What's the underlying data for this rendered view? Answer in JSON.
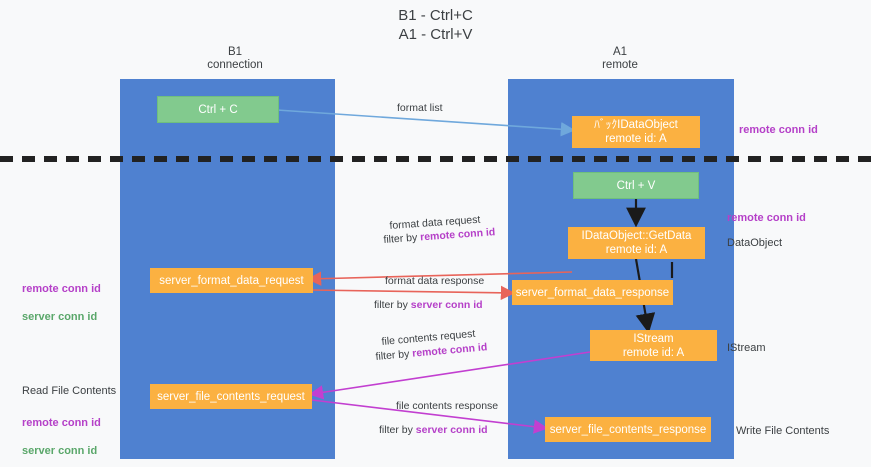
{
  "title": "B1 - Ctrl+C\nA1 - Ctrl+V",
  "columns": {
    "left": {
      "header": "B1\nconnection"
    },
    "right": {
      "header": "A1\nremote"
    }
  },
  "nodes": {
    "ctrl_c": {
      "label": "Ctrl + C"
    },
    "idataobject_top": {
      "label": "ﾊﾞｯｸIDataObject\nremote id: A"
    },
    "ctrl_v": {
      "label": "Ctrl + V"
    },
    "idataobject_getdata": {
      "label": "IDataObject::GetData\nremote id: A"
    },
    "server_format_data_request": {
      "label": "server_format_data_request"
    },
    "server_format_data_response": {
      "label": "server_format_data_response"
    },
    "istream": {
      "label": "IStream\nremote id: A"
    },
    "server_file_contents_request": {
      "label": "server_file_contents_request"
    },
    "server_file_contents_response": {
      "label": "server_file_contents_response"
    }
  },
  "edges": {
    "format_list": {
      "line1": "format list"
    },
    "format_data_request": {
      "line1": "format data request",
      "filter_prefix": "filter by ",
      "filter_key": "remote conn id"
    },
    "format_data_response": {
      "line1": "format data response",
      "filter_prefix": "filter by ",
      "filter_key": "server conn id"
    },
    "file_contents_request": {
      "line1": "file contents request",
      "filter_prefix": "filter by ",
      "filter_key": "remote conn id"
    },
    "file_contents_response": {
      "line1": "file contents response",
      "filter_prefix": "filter by ",
      "filter_key": "server conn id"
    }
  },
  "side_labels": {
    "right_top": {
      "text": "remote conn id"
    },
    "right_mid": {
      "text": "remote conn id"
    },
    "dataobject": {
      "text": "DataObject"
    },
    "istream": {
      "text": "IStream"
    },
    "write_file": {
      "text": "Write File Contents"
    },
    "left_mid": {
      "remote": "remote conn id",
      "server": "server conn id"
    },
    "read_file": {
      "text": "Read File Contents"
    },
    "left_bottom": {
      "remote": "remote conn id",
      "server": "server conn id"
    }
  },
  "colors": {
    "lane": "#4f81d0",
    "green_node": "#82ca8e",
    "orange_node": "#fbb141",
    "purple": "#b540c8",
    "green_text": "#5aa76a",
    "arrow_blue": "#6fa8dc",
    "arrow_red": "#e8645a",
    "arrow_magenta": "#c23fd0",
    "arrow_dark": "#1a1a1a",
    "background": "#f8f9fa"
  }
}
